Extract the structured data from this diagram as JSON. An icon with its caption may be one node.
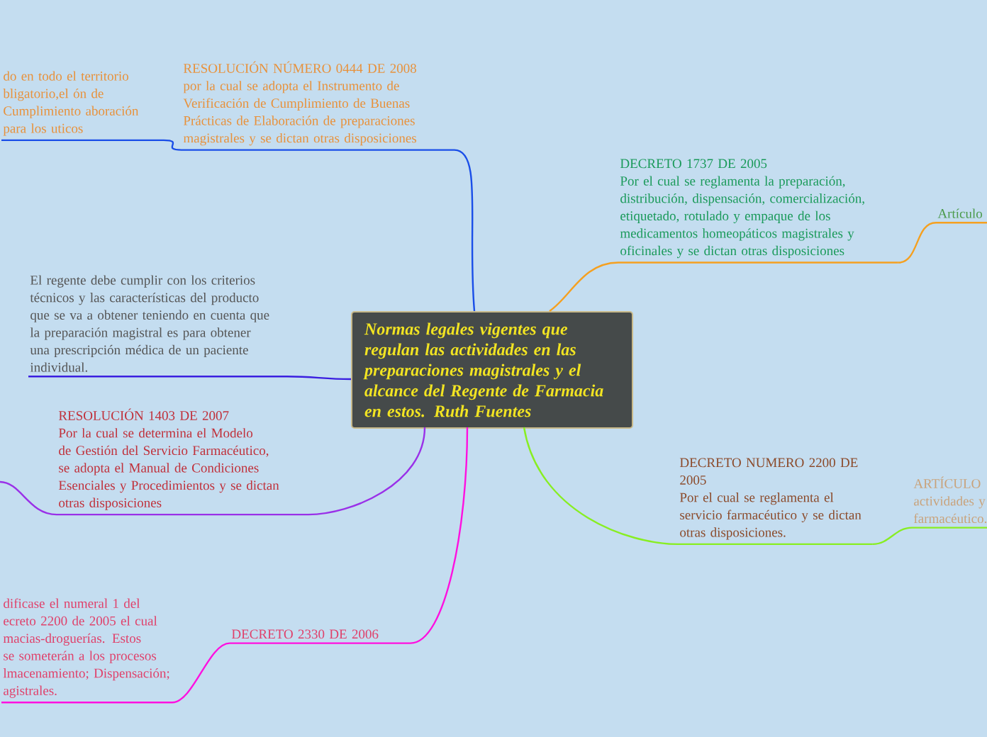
{
  "diagram": {
    "nodes": [
      {
        "text": [
          "Normas legales vigentes que regulan las actividades en las preparaciones magistrales y el alcance del Regente de Farmacia en estos. Ruth Fuentes"
        ]
      },
      {
        "text": [
          "RESOLUCIÓN NÚMERO 0444 DE 2008",
          "por la cual se adopta el Instrumento de Verificación de Cumplimiento de Buenas Prácticas de Elaboración de preparaciones magistrales y se dictan otras disposiciones"
        ]
      },
      {
        "text": [
          "do en todo el territorio bligatorio,el ón de Cumplimiento aboración para los uticos"
        ]
      },
      {
        "text": [
          "DECRETO 1737 DE 2005",
          "Por el cual se reglamenta la preparación, distribución, dispensación, comercialización, etiquetado, rotulado y empaque de los medicamentos homeopáticos magistrales y oficinales y se dictan otras disposiciones"
        ]
      },
      {
        "text": [
          "Artículo"
        ]
      },
      {
        "text": [
          "El regente debe cumplir con los criterios técnicos y las características del producto que se va a obtener teniendo en cuenta que la preparación magistral es para obtener una prescripción médica de un paciente individual."
        ]
      },
      {
        "text": [
          "RESOLUCIÓN 1403 DE 2007",
          "Por la cual se determina el Modelo de Gestión del Servicio Farmacéutico, se adopta el Manual de Condiciones Esenciales y Procedimientos y se dictan otras disposiciones"
        ]
      },
      {
        "text": [
          "DECRETO NUMERO 2200 DE 2005",
          "Por el cual se reglamenta el servicio farmacéutico y se dictan otras disposiciones."
        ]
      },
      {
        "text": [
          "ARTÍCULO actividades y farmacéutico."
        ]
      },
      {
        "text": [
          "DECRETO 2330 DE 2006"
        ]
      },
      {
        "text": [
          "dificase el numeral 1 del ecreto 2200 de 2005 el cual macias-droguerías. Estos se someterán a los procesos lmacenamiento; Dispensación; agistrales."
        ]
      }
    ],
    "edges": [
      {
        "from": 0,
        "to": 1,
        "arrow": "none",
        "color": "#1a4ee8"
      },
      {
        "from": 1,
        "to": 2,
        "arrow": "none",
        "color": "#1a4ee8"
      },
      {
        "from": 0,
        "to": 3,
        "arrow": "none",
        "color": "#f5a020"
      },
      {
        "from": 3,
        "to": 4,
        "arrow": "none",
        "color": "#f5a020"
      },
      {
        "from": 0,
        "to": 5,
        "arrow": "none",
        "color": "#3a1ee0"
      },
      {
        "from": 0,
        "to": 6,
        "arrow": "none",
        "color": "#9a30e8"
      },
      {
        "from": 6,
        "to": null,
        "arrow": "none",
        "color": "#9a30e8"
      },
      {
        "from": 0,
        "to": 7,
        "arrow": "none",
        "color": "#88ee22"
      },
      {
        "from": 7,
        "to": 8,
        "arrow": "none",
        "color": "#88ee22"
      },
      {
        "from": 0,
        "to": 9,
        "arrow": "none",
        "color": "#ff10e0"
      },
      {
        "from": 9,
        "to": 10,
        "arrow": "none",
        "color": "#ff10e0"
      }
    ]
  }
}
